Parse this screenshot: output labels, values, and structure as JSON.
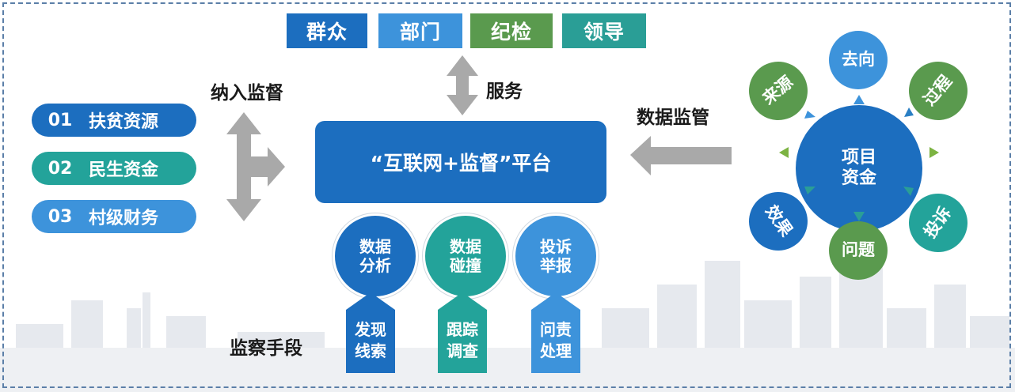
{
  "top_stakeholders": [
    {
      "label": "群众",
      "color": "#1c6ebf"
    },
    {
      "label": "部门",
      "color": "#3d93db"
    },
    {
      "label": "纪检",
      "color": "#5a9a4e"
    },
    {
      "label": "领导",
      "color": "#2a9e96"
    }
  ],
  "service_label": "服务",
  "supervision_label": "纳入监督",
  "supervised_items": [
    {
      "num": "01",
      "label": "扶贫资源",
      "color": "#1c6ebf"
    },
    {
      "num": "02",
      "label": "民生资金",
      "color": "#23a39a"
    },
    {
      "num": "03",
      "label": "村级财务",
      "color": "#3d93db"
    }
  ],
  "platform_title": "“互联网+监督”平台",
  "data_supervision_label": "数据监管",
  "hub": {
    "line1": "项目",
    "line2": "资金"
  },
  "satellites": [
    {
      "id": "quxiang",
      "line1": "去向",
      "line2": "",
      "color": "#3d93db"
    },
    {
      "id": "guocheng",
      "line1": "过程",
      "line2": "",
      "color": "#5a9a4e"
    },
    {
      "id": "tousu",
      "line1": "投诉",
      "line2": "",
      "color": "#23a39a"
    },
    {
      "id": "wenti",
      "line1": "问题",
      "line2": "",
      "color": "#5a9a4e"
    },
    {
      "id": "xiaoguo",
      "line1": "效果",
      "line2": "",
      "color": "#1c6ebf"
    },
    {
      "id": "laiyuan",
      "line1": "来源",
      "line2": "",
      "color": "#5a9a4e"
    }
  ],
  "methods": [
    {
      "line1": "数据",
      "line2": "分析",
      "color": "#1c6ebf"
    },
    {
      "line1": "数据",
      "line2": "碰撞",
      "color": "#23a39a"
    },
    {
      "line1": "投诉",
      "line2": "举报",
      "color": "#3d93db"
    }
  ],
  "method_results": [
    {
      "line1": "发现",
      "line2": "线索",
      "color": "#1c6ebf"
    },
    {
      "line1": "跟踪",
      "line2": "调查",
      "color": "#23a39a"
    },
    {
      "line1": "问责",
      "line2": "处理",
      "color": "#3d93db"
    }
  ],
  "monitoring_means_label": "监察手段"
}
